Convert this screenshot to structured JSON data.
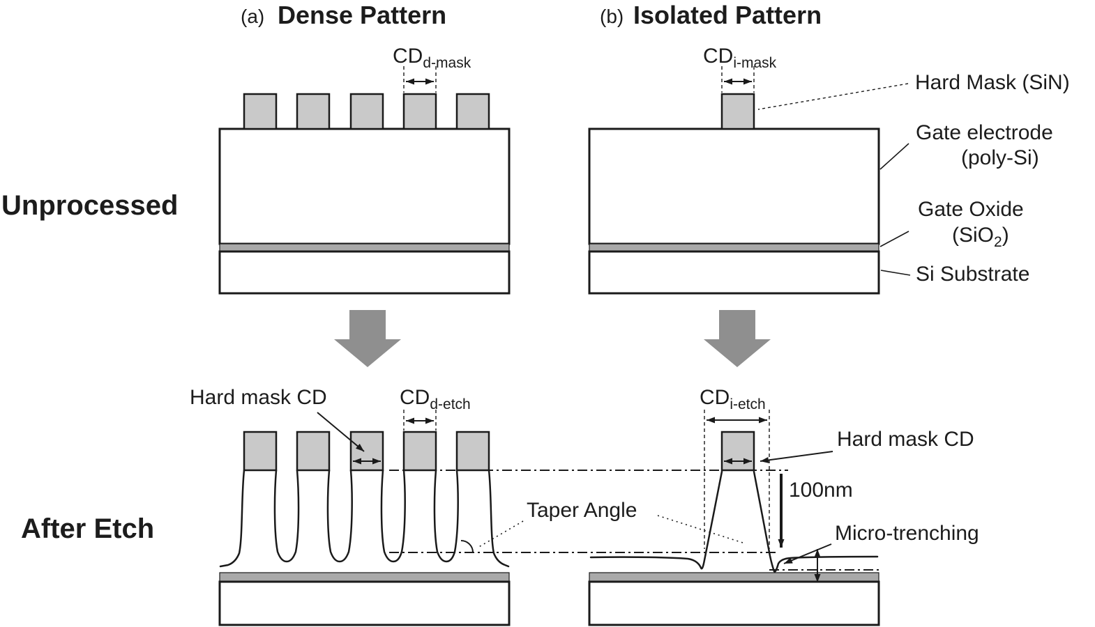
{
  "titles": {
    "a_prefix": "(a)",
    "a_label": "Dense Pattern",
    "b_prefix": "(b)",
    "b_label": "Isolated Pattern"
  },
  "rows": {
    "unprocessed": "Unprocessed",
    "after_etch": "After Etch"
  },
  "layers": {
    "hard_mask": "Hard Mask (SiN)",
    "gate_electrode": "Gate electrode",
    "gate_electrode_material": "(poly-Si)",
    "gate_oxide": "Gate Oxide",
    "gate_oxide_formula_pre": "(SiO",
    "gate_oxide_formula_sub": "2",
    "gate_oxide_formula_post": ")",
    "substrate": "Si Substrate"
  },
  "measurements": {
    "cd": "CD",
    "d_mask_sub": "d-mask",
    "i_mask_sub": "i-mask",
    "d_etch_sub": "d-etch",
    "i_etch_sub": "i-etch",
    "etch_depth": "100nm"
  },
  "annotations": {
    "hard_mask_cd_dense": "Hard mask CD",
    "hard_mask_cd_isolated": "Hard mask CD",
    "taper_angle": "Taper Angle",
    "micro_trenching": "Micro-trenching"
  },
  "colors": {
    "mask_fill": "#c9c9c9",
    "oxide_fill": "#a9a9a9",
    "process_arrow_fill": "#8f8f8f",
    "line_color": "#1a1a1a"
  }
}
